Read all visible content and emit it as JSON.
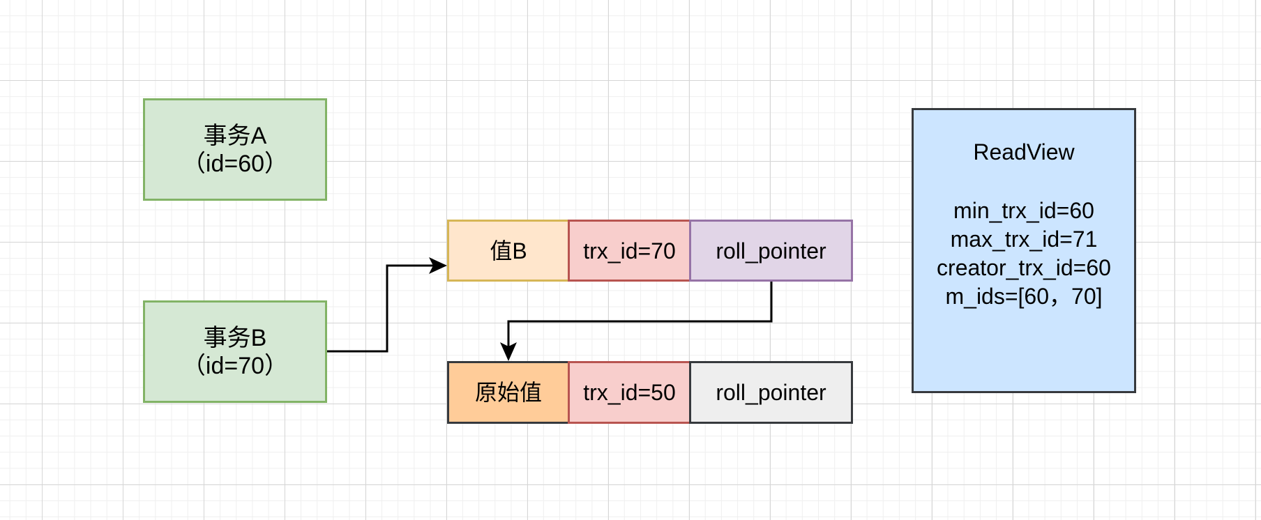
{
  "nodes": {
    "txn_a": "事务A\n（id=60）",
    "txn_b": "事务B\n（id=70）"
  },
  "row_new": {
    "value": "值B",
    "trx_id": "trx_id=70",
    "roll_pointer": "roll_pointer"
  },
  "row_old": {
    "value": "原始值",
    "trx_id": "trx_id=50",
    "roll_pointer": "roll_pointer"
  },
  "readview": {
    "title": "ReadView",
    "lines": [
      "min_trx_id=60",
      "max_trx_id=71",
      "creator_trx_id=60",
      "m_ids=[60，70]"
    ]
  },
  "colors": {
    "txn_fill": "#d5e8d4",
    "txn_border": "#82b366",
    "value_b_fill": "#ffe6cc",
    "trx_fill": "#f8cecc",
    "roll_pointer_new_fill": "#e1d5e7",
    "original_fill": "#ffcc99",
    "roll_pointer_old_fill": "#eeeeee",
    "readview_fill": "#cce5ff"
  }
}
